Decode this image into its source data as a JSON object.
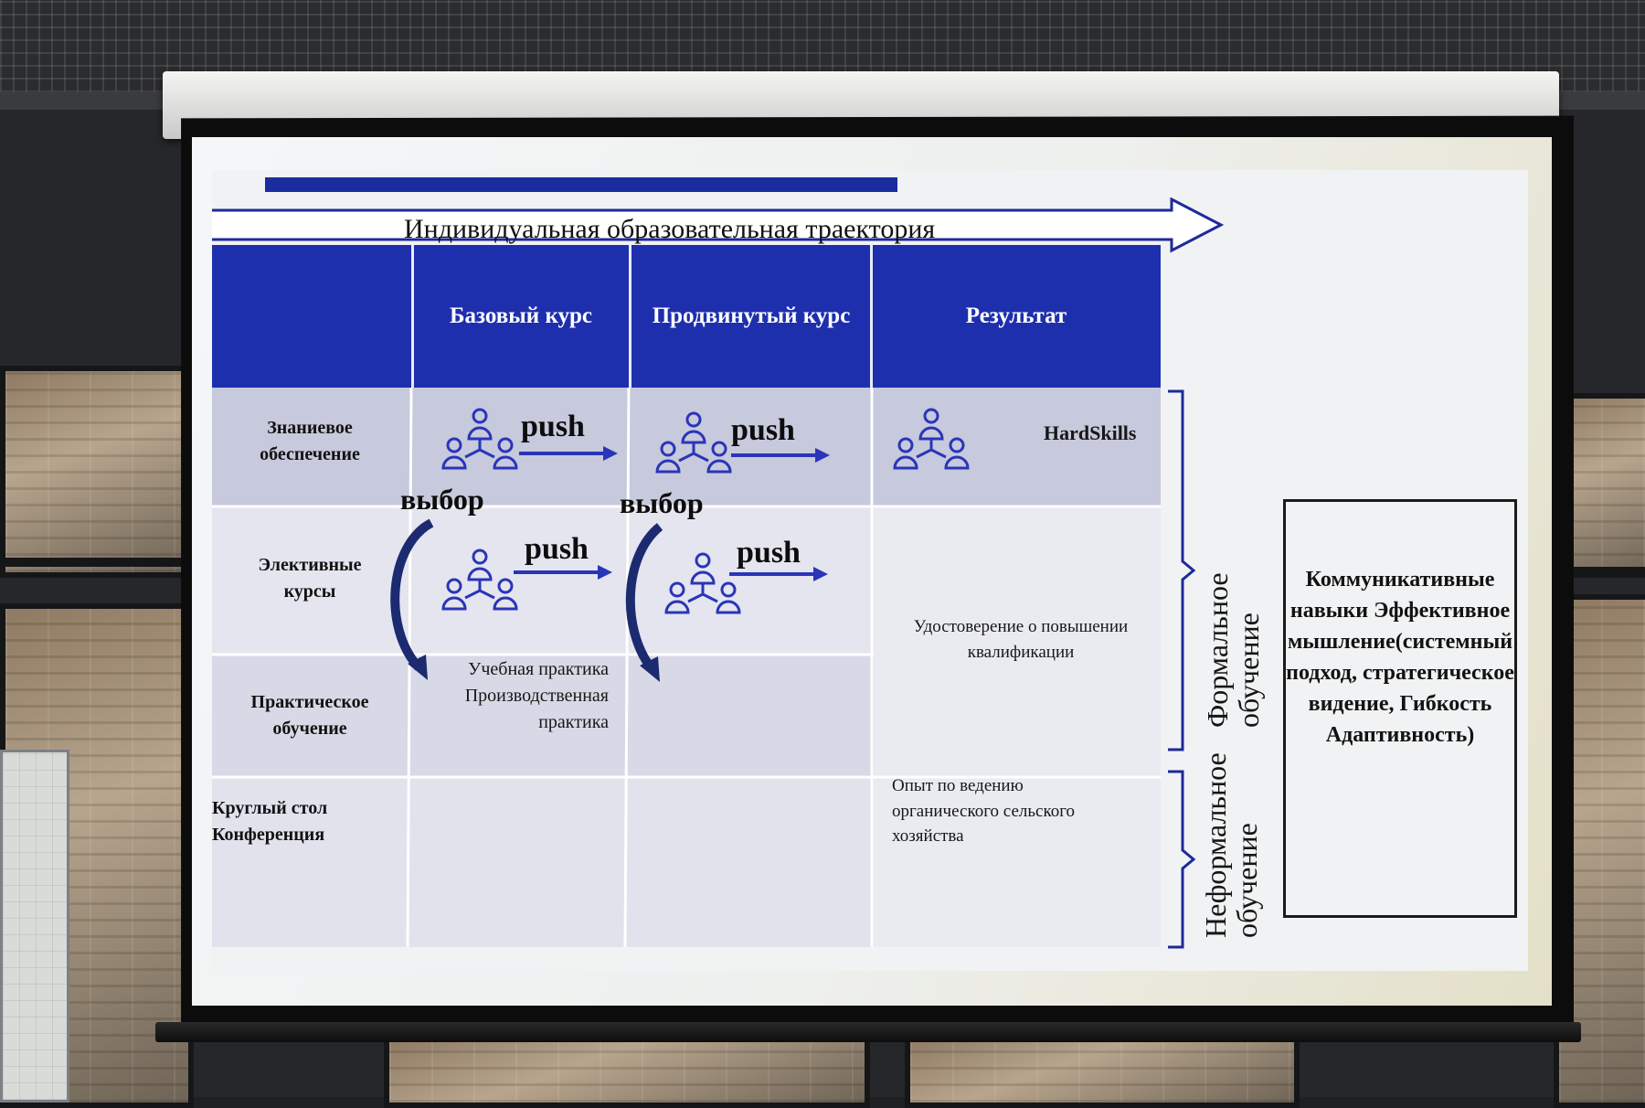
{
  "slide": {
    "trajectory_title": "Индивидуальная образовательная траектория",
    "headers": [
      "Базовый курс",
      "Продвинутый курс",
      "Результат"
    ],
    "rows": [
      {
        "label": "Знаниевое обеспечение"
      },
      {
        "label": "Элективные курсы"
      },
      {
        "label": "Практическое обучение"
      },
      {
        "label": "Круглый стол Конференция"
      }
    ],
    "push_label": "push",
    "choice_label": "выбор",
    "hardskills": "HardSkills",
    "practice_text": "Учебная практика Производственная практика",
    "certificate_text": "Удостоверение о повышении квалификации",
    "experience_text": "Опыт по ведению органического сельского хозяйства",
    "formal_label": "Формальное обучение",
    "informal_label": "Неформальное обучение",
    "skills_box": "Коммуникативные навыки Эффективное мышление(системный подход, стратегическое видение, Гибкость Адаптивность)"
  },
  "colors": {
    "header_blue": "#1e2fae",
    "row_gray": "#c7c9dc",
    "row_light": "#e3e4ee",
    "arrow_blue": "#2a35b8"
  },
  "icons": [
    "team-icon",
    "push-arrow-icon",
    "curved-arrow-icon"
  ]
}
